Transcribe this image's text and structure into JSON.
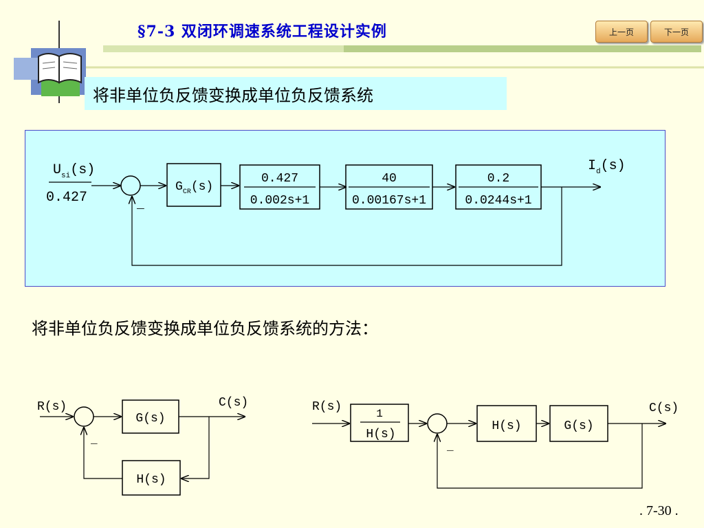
{
  "header": {
    "title": "§7-3  双闭环调速系统工程设计实例",
    "prev_label": "上一页",
    "next_label": "下一页"
  },
  "subtitle": "将非单位负反馈变换成单位负反馈系统",
  "body_text": "将非单位负反馈变换成单位负反馈系统的方法：",
  "page_number": ".  7-30  .",
  "diagram_top": {
    "input_num": "U",
    "input_num_sub": "si",
    "input_num_arg": "(s)",
    "input_den": "0.427",
    "output_label": "I",
    "output_sub": "d",
    "output_arg": "(s)",
    "minus": "_",
    "blocks": [
      {
        "type": "text",
        "main": "G",
        "sub": "CR",
        "arg": "(s)"
      },
      {
        "type": "fraction",
        "num": "0.427",
        "den": "0.002s+1"
      },
      {
        "type": "fraction",
        "num": "40",
        "den": "0.00167s+1"
      },
      {
        "type": "fraction",
        "num": "0.2",
        "den": "0.0244s+1"
      }
    ]
  },
  "diagram_left": {
    "input": "R(s)",
    "output": "C(s)",
    "forward": "G(s)",
    "feedback": "H(s)",
    "minus": "_"
  },
  "diagram_right": {
    "input": "R(s)",
    "output": "C(s)",
    "pre_num": "1",
    "pre_den": "H(s)",
    "block1": "H(s)",
    "block2": "G(s)",
    "minus": "_"
  },
  "colors": {
    "background": "#FFFFE6",
    "title": "#0000CC",
    "panel": "#CCFFFF",
    "panel_border": "#4A4AC8"
  }
}
